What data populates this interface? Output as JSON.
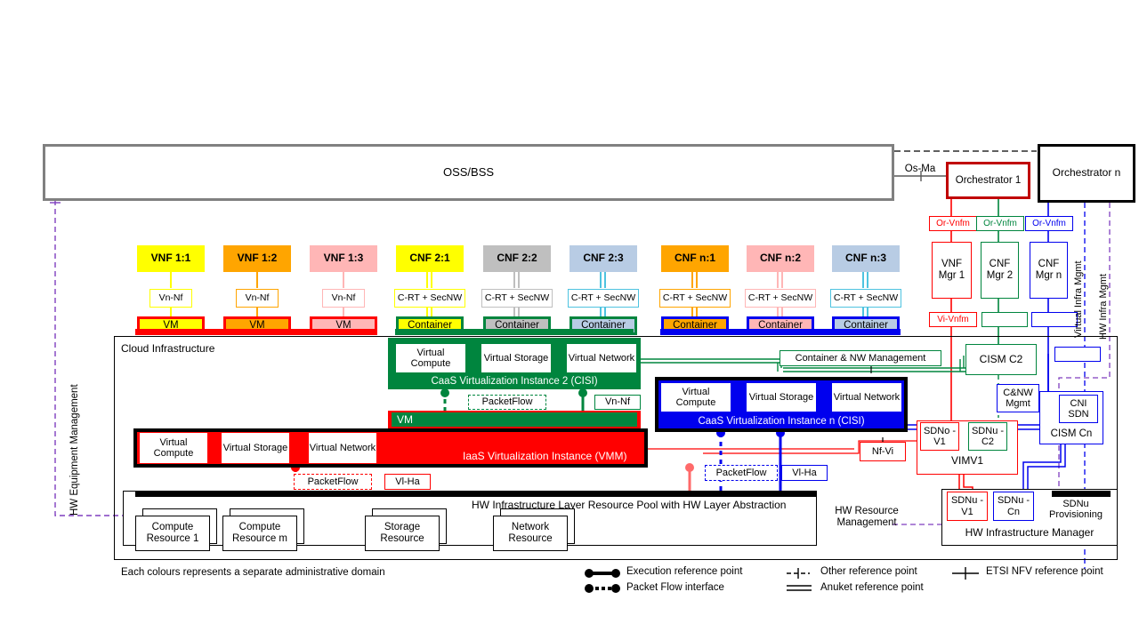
{
  "diagram": {
    "title_note": "Each colours represents a separate administrative domain",
    "ossbss": "OSS/BSS",
    "cloud_infrastructure": "Cloud Infrastructure"
  },
  "colors": {
    "yellow": "#FFFF00",
    "orange": "#FFA500",
    "pink": "#FFB6B6",
    "grey": "#BFBFBF",
    "blue_light": "#B8CCE4",
    "red": "#FF0000",
    "green": "#00853E",
    "blue": "#0000EE",
    "black": "#000000",
    "purple": "#7F3FBF",
    "grey_border": "#808080"
  },
  "nf_row": [
    {
      "label": "VNF 1:1",
      "fill": "#FFFF00",
      "iface": "Vn-Nf",
      "unit": "VM",
      "unit_fill": "#FFFF00",
      "unit_border": "#FF0000",
      "stroke": "#FFFF00"
    },
    {
      "label": "VNF 1:2",
      "fill": "#FFA500",
      "iface": "Vn-Nf",
      "unit": "VM",
      "unit_fill": "#FFA500",
      "unit_border": "#FF0000",
      "stroke": "#FFA500"
    },
    {
      "label": "VNF 1:3",
      "fill": "#FFB6B6",
      "iface": "Vn-Nf",
      "unit": "VM",
      "unit_fill": "#FFB6B6",
      "unit_border": "#FF0000",
      "stroke": "#FFB6B6"
    },
    {
      "label": "CNF 2:1",
      "fill": "#FFFF00",
      "iface": "C-RT + SecNW",
      "unit": "Container",
      "unit_fill": "#FFFF00",
      "unit_border": "#00853E",
      "stroke": "#FFFF00"
    },
    {
      "label": "CNF 2:2",
      "fill": "#BFBFBF",
      "iface": "C-RT + SecNW",
      "unit": "Container",
      "unit_fill": "#BFBFBF",
      "unit_border": "#00853E",
      "stroke": "#BFBFBF"
    },
    {
      "label": "CNF 2:3",
      "fill": "#B8CCE4",
      "iface": "C-RT + SecNW",
      "unit": "Container",
      "unit_fill": "#B8CCE4",
      "unit_border": "#00853E",
      "stroke": "#4EC3E0"
    },
    {
      "label": "CNF n:1",
      "fill": "#FFA500",
      "iface": "C-RT + SecNW",
      "unit": "Container",
      "unit_fill": "#FFA500",
      "unit_border": "#0000EE",
      "stroke": "#FFA500"
    },
    {
      "label": "CNF n:2",
      "fill": "#FFB6B6",
      "iface": "C-RT + SecNW",
      "unit": "Container",
      "unit_fill": "#FFB6B6",
      "unit_border": "#0000EE",
      "stroke": "#FFB6B6"
    },
    {
      "label": "CNF n:3",
      "fill": "#B8CCE4",
      "iface": "C-RT + SecNW",
      "unit": "Container",
      "unit_fill": "#B8CCE4",
      "unit_border": "#0000EE",
      "stroke": "#4EC3E0"
    }
  ],
  "cisi2": {
    "title": "CaaS Virtualization Instance 2 (CISI)",
    "resources": [
      "Virtual Compute",
      "Virtual Storage",
      "Virtual Network"
    ],
    "ifaces": [
      "PacketFlow",
      "Vn-Nf"
    ]
  },
  "cisin": {
    "title": "CaaS Virtualization Instance n (CISI)",
    "resources": [
      "Virtual Compute",
      "Virtual Storage",
      "Virtual Network"
    ],
    "ifaces": [
      "PacketFlow",
      "Vl-Ha"
    ]
  },
  "vm_bar": "VM",
  "iaas": {
    "title": "IaaS Virtualization Instance (VMM)",
    "resources": [
      "Virtual Compute",
      "Virtual Storage",
      "Virtual Network"
    ],
    "ifaces": [
      "PacketFlow",
      "Vl-Ha"
    ]
  },
  "hw_pool": {
    "title": "HW Infrastructure Layer Resource Pool with HW Layer Abstraction",
    "resources": [
      "Compute Resource 1",
      "Compute Resource m",
      "Storage Resource",
      "Network Resource"
    ]
  },
  "management": {
    "os_ma": "Os-Ma",
    "orchestrator1": "Orchestrator 1",
    "orchestrator_n": "Orchestrator n",
    "or_vnfm": [
      "Or-Vnfm",
      "Or-Vnfm",
      "Or-Vnfm"
    ],
    "managers": [
      "VNF Mgr 1",
      "CNF Mgr 2",
      "CNF Mgr n"
    ],
    "vi_vnfm": "Vi-Vnfm",
    "container_nw_management": "Container & NW Management",
    "cism_c2": "CISM C2",
    "cnw_mgmt": "C&NW Mgmt",
    "cni_sdn": "CNI SDN",
    "cism_cn": "CISM Cn",
    "sdno_v1": "SDNo -V1",
    "sdnu_c2": "SDNu -C2",
    "vimv1": "VIMV1",
    "nf_vi": "Nf-Vi",
    "sdnu_v1": "SDNu -V1",
    "sdnu_cn": "SDNu -Cn",
    "sdnu_provisioning": "SDNu Provisioning",
    "hw_infrastructure_manager": "HW Infrastructure Manager",
    "virtual_infra_mgmt": "Virtual Infra Mgmt",
    "hw_infra_mgmt": "HW Infra Mgmt",
    "hw_resource_management": "HW Resource Management",
    "hw_equipment_management": "HW Equipment Management"
  },
  "legend": [
    {
      "key": "execution-reference-point",
      "label": "Execution reference point"
    },
    {
      "key": "packet-flow-interface",
      "label": "Packet Flow interface"
    },
    {
      "key": "other-reference-point",
      "label": "Other reference point"
    },
    {
      "key": "anuket-reference-point",
      "label": "Anuket reference point"
    },
    {
      "key": "etsi-nfv-reference-point",
      "label": "ETSI NFV reference point"
    }
  ]
}
